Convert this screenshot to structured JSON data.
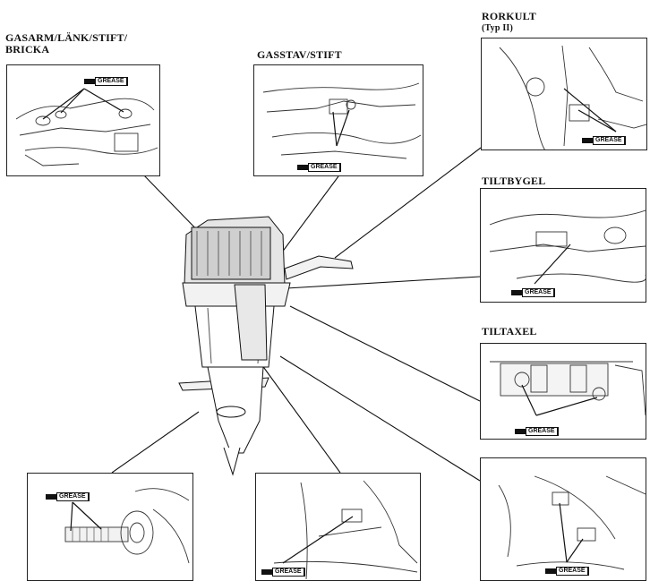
{
  "labels": {
    "throttle_arm": "GASARM/LÄNK/STIFT/",
    "throttle_arm_2": "BRICKA",
    "throttle_rod": "GASSTAV/STIFT",
    "tiller": "RORKULT",
    "tiller_sub": "(Typ II)",
    "tilt_bracket": "TILTBYGEL",
    "tilt_shaft": "TILTAXEL"
  },
  "grease_label": "GREASE",
  "colors": {
    "ink": "#111111",
    "paper": "#ffffff",
    "shade": "#d9d9d9"
  }
}
